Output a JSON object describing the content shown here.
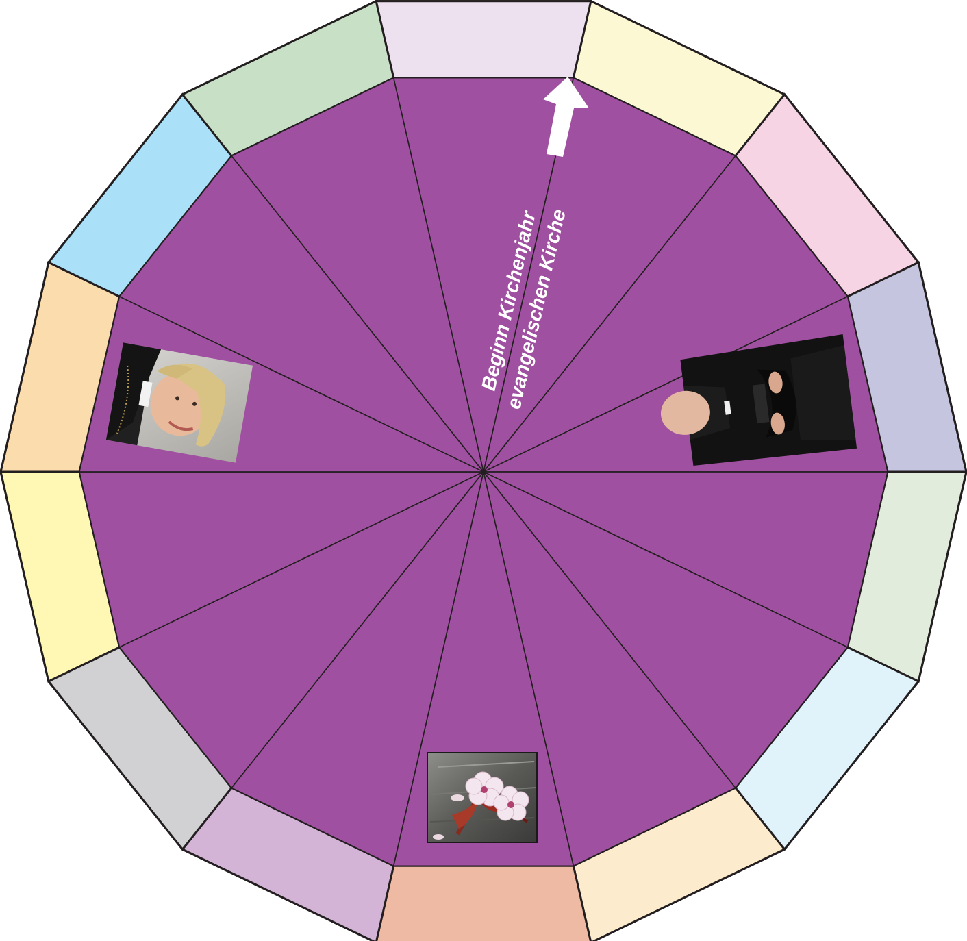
{
  "center_color": "#a050a0",
  "outline_color": "#231f20",
  "ring_colors": [
    "#ede1f0",
    "#fdf8d4",
    "#f7d4e4",
    "#c5c5df",
    "#e1ecdc",
    "#e0f2fa",
    "#fdebce",
    "#efbaa4",
    "#d4b4d6",
    "#d1d1d3",
    "#fff8b4",
    "#fbdcad",
    "#aae0f8",
    "#c8e0c6"
  ],
  "label": {
    "line1": "Beginn Kirchenjahr",
    "line2": "evangelischen Kirche"
  },
  "arrow_color": "#ffffff",
  "photos": [
    {
      "name": "female-pastor-photo",
      "description_icon": "portrait-icon"
    },
    {
      "name": "male-priest-photo",
      "description_icon": "portrait-icon"
    },
    {
      "name": "cherry-blossom-photo",
      "description_icon": "flower-icon"
    }
  ]
}
